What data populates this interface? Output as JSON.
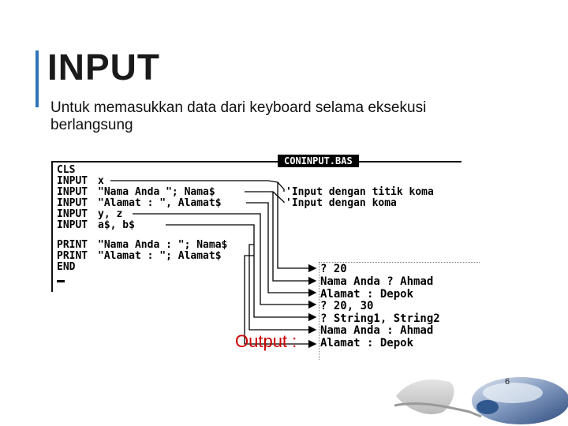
{
  "slide": {
    "title": "INPUT",
    "body": "Untuk memasukkan data dari keyboard selama eksekusi berlangsung",
    "output_label": "Output :",
    "page_number": "6"
  },
  "editor": {
    "filename": "CONINPUT.BAS",
    "lines": [
      {
        "kw": "CLS",
        "arg": "",
        "comment": ""
      },
      {
        "kw": "INPUT",
        "arg": "x",
        "comment": ""
      },
      {
        "kw": "INPUT",
        "arg": "\"Nama Anda \"; Nama$",
        "comment": "'Input dengan titik koma"
      },
      {
        "kw": "INPUT",
        "arg": "\"Alamat : \", Alamat$",
        "comment": "'Input dengan koma"
      },
      {
        "kw": "INPUT",
        "arg": "y, z",
        "comment": ""
      },
      {
        "kw": "INPUT",
        "arg": "a$, b$",
        "comment": ""
      },
      {
        "kw": "PRINT",
        "arg": "\"Nama Anda : \"; Nama$",
        "comment": ""
      },
      {
        "kw": "PRINT",
        "arg": "\"Alamat : \"; Alamat$",
        "comment": ""
      },
      {
        "kw": "END",
        "arg": "",
        "comment": ""
      }
    ]
  },
  "output": {
    "lines": [
      "? 20",
      "Nama Anda ? Ahmad",
      "Alamat : Depok",
      "? 20, 30",
      "? String1, String2",
      "Nama Anda : Ahmad",
      "Alamat : Depok"
    ]
  },
  "colors": {
    "accent": "#2e75b6",
    "output_label": "#cc0000"
  }
}
